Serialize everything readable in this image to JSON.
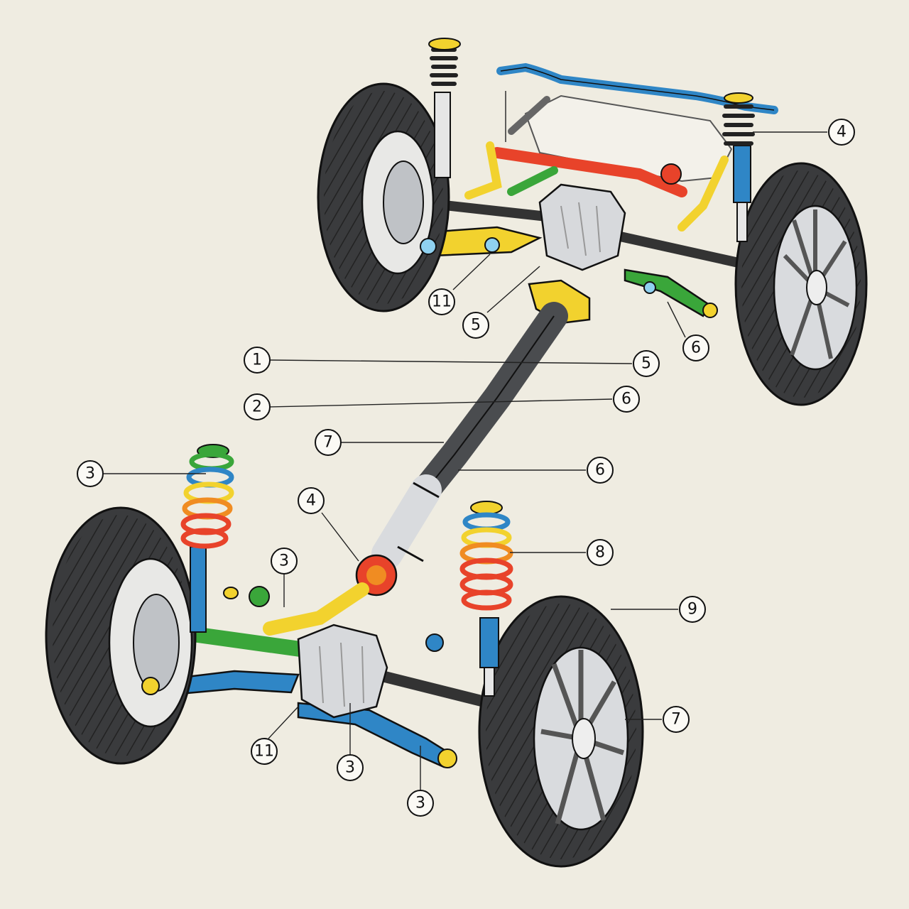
{
  "diagram": {
    "callouts": [
      {
        "id": "c1",
        "label": "1"
      },
      {
        "id": "c2",
        "label": "2"
      },
      {
        "id": "c3a",
        "label": "3"
      },
      {
        "id": "c3b",
        "label": "3"
      },
      {
        "id": "c3c",
        "label": "3"
      },
      {
        "id": "c3d",
        "label": "3"
      },
      {
        "id": "c4a",
        "label": "4"
      },
      {
        "id": "c4b",
        "label": "4"
      },
      {
        "id": "c5a",
        "label": "5"
      },
      {
        "id": "c5b",
        "label": "5"
      },
      {
        "id": "c6a",
        "label": "6"
      },
      {
        "id": "c6b",
        "label": "6"
      },
      {
        "id": "c6c",
        "label": "6"
      },
      {
        "id": "c7a",
        "label": "7"
      },
      {
        "id": "c7b",
        "label": "7"
      },
      {
        "id": "c8",
        "label": "8"
      },
      {
        "id": "c9",
        "label": "9"
      },
      {
        "id": "c11a",
        "label": "11"
      },
      {
        "id": "c11b",
        "label": "11"
      }
    ],
    "colors": {
      "background": "#efece1",
      "tire": "#3a3b3d",
      "rim": "#c9ccd0",
      "yellow_arm": "#f2d22e",
      "blue_arm": "#2f86c6",
      "green_arm": "#3aa63a",
      "red_link": "#e8432a",
      "orange": "#f08c22",
      "driveshaft": "#4a4c4f",
      "diff_housing": "#d7d9dc"
    }
  }
}
